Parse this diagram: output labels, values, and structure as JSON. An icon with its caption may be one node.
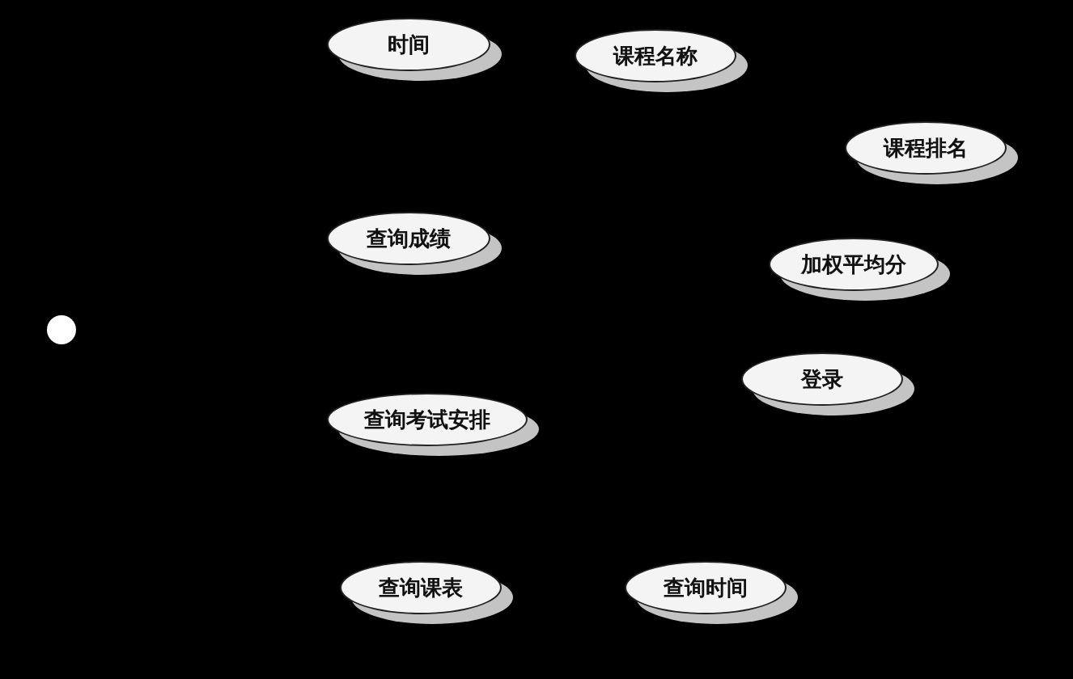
{
  "diagram": {
    "nodes": [
      {
        "text": [
          "时间"
        ]
      },
      {
        "text": [
          "课程名称"
        ]
      },
      {
        "text": [
          "课程排名"
        ]
      },
      {
        "text": [
          "查询成绩"
        ]
      },
      {
        "text": [
          "加权平均分"
        ]
      },
      {
        "text": [
          "登录"
        ]
      },
      {
        "text": [
          "查询考试安排"
        ]
      },
      {
        "text": [
          "查询课表"
        ]
      },
      {
        "text": [
          "查询时间"
        ]
      }
    ]
  }
}
